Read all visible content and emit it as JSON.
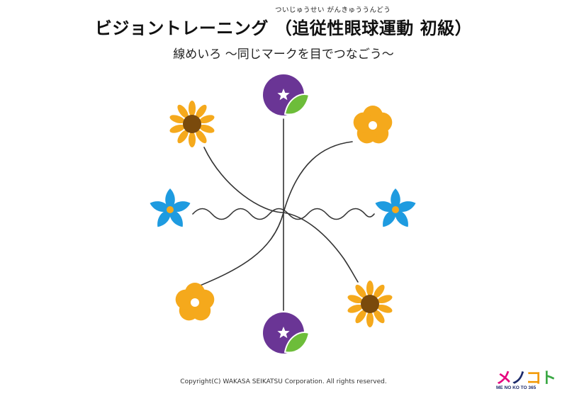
{
  "header": {
    "ruby": "ついじゅうせい がんきゅううんどう",
    "title": "ビジョントレーニング （追従性眼球運動 初級）",
    "subtitle": "線めいろ ～同じマークを目でつなごう～"
  },
  "footer": {
    "copyright": "Copyright(C) WAKASA SEIKATSU Corporation. All rights reserved."
  },
  "logo": {
    "text": "メノコト",
    "subtitle": "ME NO KO TO 365"
  },
  "colors": {
    "sunflower_petal": "#f5a91c",
    "sunflower_center": "#7a4a0c",
    "plum": "#f5a91c",
    "plum_center": "#ffffff",
    "blue_flower": "#1e9be0",
    "blue_center": "#f5a91c",
    "berry": "#6a3595",
    "leaf": "#6dbd3a",
    "line": "#333333",
    "logo_me": "#e6007e",
    "logo_no": "#1d2b6b",
    "logo_ko": "#f39800",
    "logo_to": "#3aa844"
  },
  "marks": [
    {
      "name": "berry-mark-top",
      "icon": "berry-icon"
    },
    {
      "name": "sunflower-mark-top-left",
      "icon": "sunflower-icon"
    },
    {
      "name": "plum-flower-mark-top-right",
      "icon": "plum-flower-icon"
    },
    {
      "name": "blue-flower-mark-left",
      "icon": "blue-flower-icon"
    },
    {
      "name": "blue-flower-mark-right",
      "icon": "blue-flower-icon"
    },
    {
      "name": "plum-flower-mark-bottom-left",
      "icon": "plum-flower-icon"
    },
    {
      "name": "sunflower-mark-bottom-right",
      "icon": "sunflower-icon"
    },
    {
      "name": "berry-mark-bottom",
      "icon": "berry-icon"
    }
  ]
}
